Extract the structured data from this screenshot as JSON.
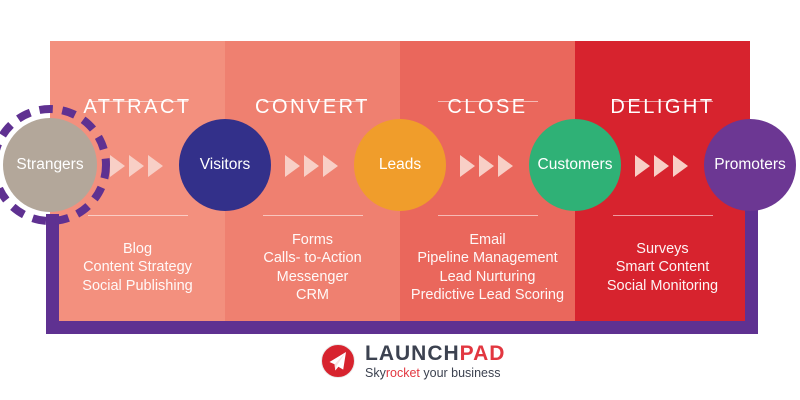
{
  "colors": {
    "border_purple": "#5F3191",
    "chevron": "#F8CFC6",
    "logo_red": "#D7232E",
    "logo_text_dark": "#3C4250",
    "logo_text_red": "#E23740"
  },
  "stages": [
    {
      "title": "ATTRACT",
      "panel_color": "#F3907E",
      "circle": {
        "label": "Strangers",
        "color": "#B3A79A"
      },
      "items": [
        "Blog",
        "Content Strategy",
        "Social Publishing"
      ]
    },
    {
      "title": "CONVERT",
      "panel_color": "#EF8070",
      "circle": {
        "label": "Visitors",
        "color": "#33308A"
      },
      "items": [
        "Forms",
        "Calls- to-Action",
        "Messenger",
        "CRM"
      ]
    },
    {
      "title": "CLOSE",
      "panel_color": "#EA675C",
      "circle": {
        "label": "Leads",
        "color": "#F09D2B"
      },
      "items": [
        "Email",
        "Pipeline Management",
        "Lead Nurturing",
        "Predictive Lead Scoring"
      ]
    },
    {
      "title": "DELIGHT",
      "panel_color": "#D7232E",
      "circle": {
        "label": "Customers",
        "color": "#2FB176"
      },
      "items": [
        "Surveys",
        "Smart Content",
        "Social Monitoring"
      ]
    }
  ],
  "final_circle": {
    "label": "Promoters",
    "color": "#6C3793"
  },
  "logo": {
    "name_primary": "LAUNCH",
    "name_accent": "PAD",
    "tagline_pre": "Sky",
    "tagline_accent": "rocket",
    "tagline_post": " your business"
  }
}
